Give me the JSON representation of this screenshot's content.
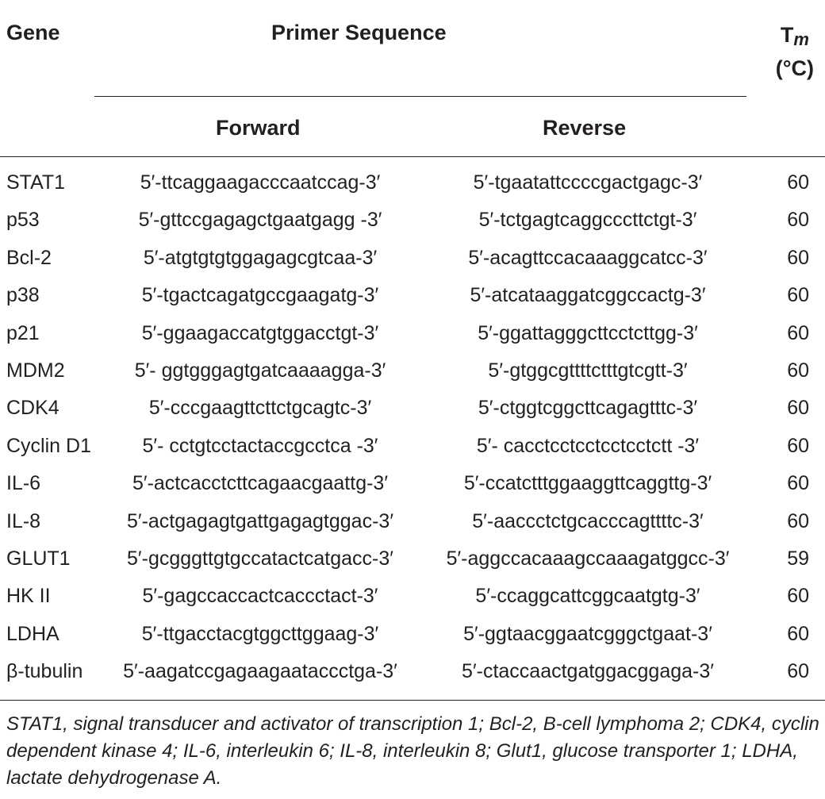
{
  "headers": {
    "gene": "Gene",
    "primer_sequence": "Primer Sequence",
    "tm_main": "T",
    "tm_sub": "m",
    "tm_unit": "(°C)",
    "forward": "Forward",
    "reverse": "Reverse"
  },
  "rows": [
    {
      "gene": "STAT1",
      "forward": "5′-ttcaggaagacccaatccag-3′",
      "reverse": "5′-tgaatattccccgactgagc-3′",
      "tm": "60"
    },
    {
      "gene": "p53",
      "forward": "5′-gttccgagagctgaatgagg -3′",
      "reverse": "5′-tctgagtcaggcccttctgt-3′",
      "tm": "60"
    },
    {
      "gene": "Bcl-2",
      "forward": "5′-atgtgtgtggagagcgtcaa-3′",
      "reverse": "5′-acagttccacaaaggcatcc-3′",
      "tm": "60"
    },
    {
      "gene": "p38",
      "forward": "5′-tgactcagatgccgaagatg-3′",
      "reverse": "5′-atcataaggatcggccactg-3′",
      "tm": "60"
    },
    {
      "gene": "p21",
      "forward": "5′-ggaagaccatgtggacctgt-3′",
      "reverse": "5′-ggattagggcttcctcttgg-3′",
      "tm": "60"
    },
    {
      "gene": "MDM2",
      "forward": "5′- ggtgggagtgatcaaaagga-3′",
      "reverse": "5′-gtggcgttttctttgtcgtt-3′",
      "tm": "60"
    },
    {
      "gene": "CDK4",
      "forward": "5′-cccgaagttcttctgcagtc-3′",
      "reverse": "5′-ctggtcggcttcagagtttc-3′",
      "tm": "60"
    },
    {
      "gene": "Cyclin D1",
      "forward": "5′- cctgtcctactaccgcctca -3′",
      "reverse": "5′- cacctcctcctcctcctctt -3′",
      "tm": "60"
    },
    {
      "gene": "IL-6",
      "forward": "5′-actcacctcttcagaacgaattg-3′",
      "reverse": "5′-ccatctttggaaggttcaggttg-3′",
      "tm": "60"
    },
    {
      "gene": "IL-8",
      "forward": "5′-actgagagtgattgagagtggac-3′",
      "reverse": "5′-aaccctctgcacccagttttc-3′",
      "tm": "60"
    },
    {
      "gene": "GLUT1",
      "forward": "5′-gcgggttgtgccatactcatgacc-3′",
      "reverse": "5′-aggccacaaagccaaagatggcc-3′",
      "tm": "59"
    },
    {
      "gene": "HK II",
      "forward": "5′-gagccaccactcaccctact-3′",
      "reverse": "5′-ccaggcattcggcaatgtg-3′",
      "tm": "60"
    },
    {
      "gene": "LDHA",
      "forward": "5′-ttgacctacgtggcttggaag-3′",
      "reverse": "5′-ggtaacggaatcgggctgaat-3′",
      "tm": "60"
    },
    {
      "gene": "β-tubulin",
      "forward": "5′-aagatccgagaagaataccctga-3′",
      "reverse": "5′-ctaccaactgatggacggaga-3′",
      "tm": "60"
    }
  ],
  "footnote": "STAT1, signal transducer and activator of transcription 1; Bcl-2, B-cell lymphoma 2; CDK4, cyclin dependent kinase 4; IL-6, interleukin 6; IL-8, interleukin 8; Glut1, glucose transporter 1; LDHA, lactate dehydrogenase A."
}
